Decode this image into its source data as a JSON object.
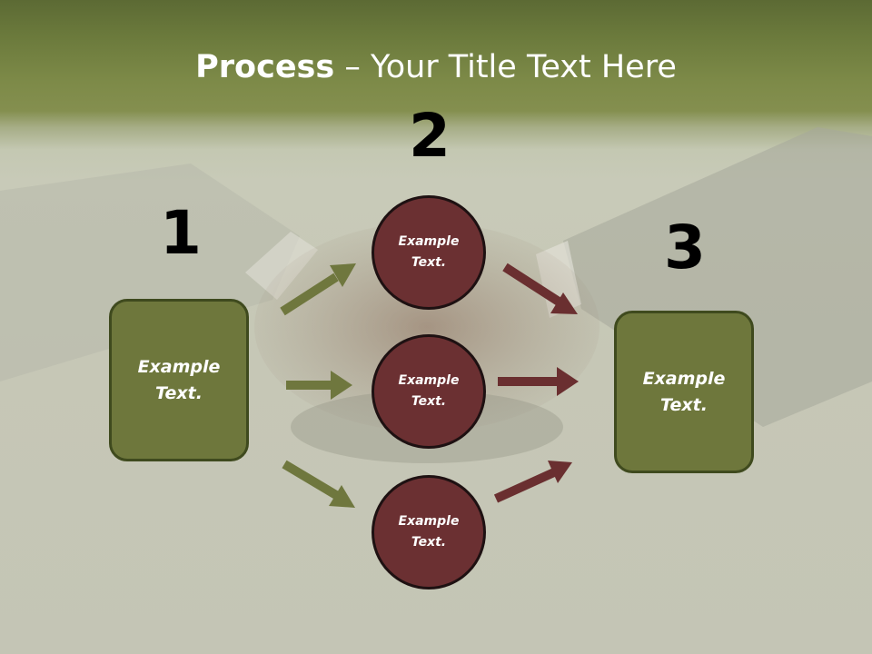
{
  "slide": {
    "title_bold": "Process",
    "title_rest": " – Your Title Text Here"
  },
  "steps": {
    "one": {
      "number": "1",
      "text": "Example\nText."
    },
    "two": {
      "number": "2",
      "items": [
        "Example\nText.",
        "Example\nText.",
        "Example\nText."
      ]
    },
    "three": {
      "number": "3",
      "text": "Example\nText."
    }
  },
  "colors": {
    "box_fill": "#6e773c",
    "circle_fill": "#6b3032",
    "green_arrow": "#6f773e",
    "red_arrow": "#6a2f30"
  },
  "background": {
    "description_icon": "handshake-photo"
  }
}
